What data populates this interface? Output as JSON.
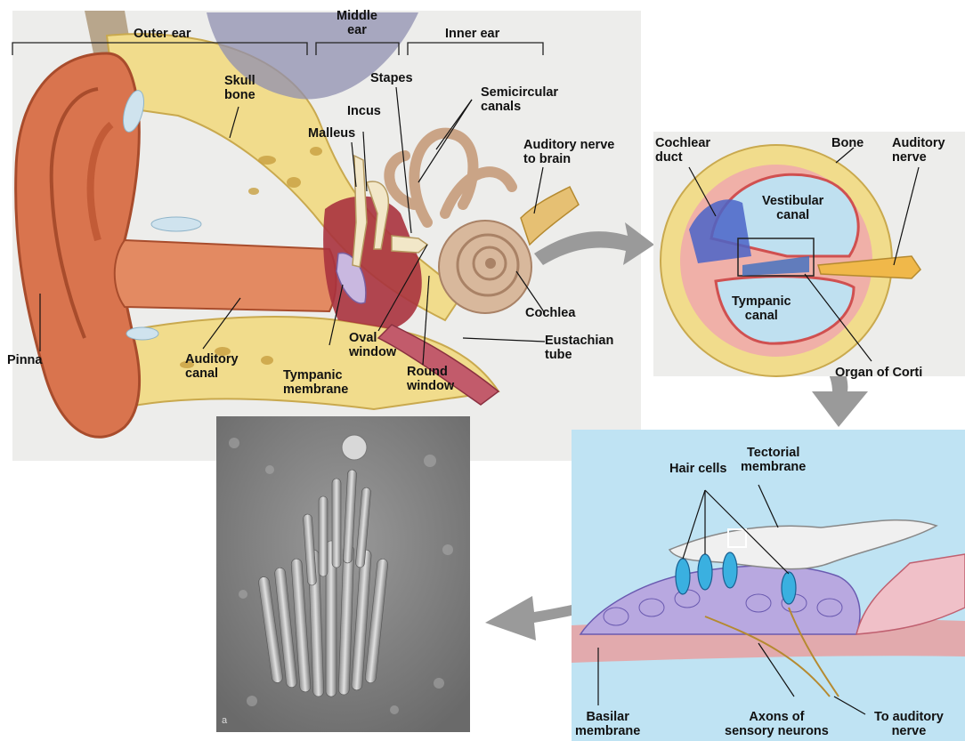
{
  "regions": {
    "outer_ear": "Outer ear",
    "middle_ear": "Middle\near",
    "inner_ear": "Inner ear"
  },
  "ear_labels": {
    "skull_bone": "Skull\nbone",
    "stapes": "Stapes",
    "semicircular_canals": "Semicircular\ncanals",
    "incus": "Incus",
    "malleus": "Malleus",
    "auditory_nerve_to_brain": "Auditory nerve\nto brain",
    "cochlea": "Cochlea",
    "eustachian_tube": "Eustachian\ntube",
    "pinna": "Pinna",
    "auditory_canal": "Auditory\ncanal",
    "oval_window": "Oval\nwindow",
    "round_window": "Round\nwindow",
    "tympanic_membrane": "Tympanic\nmembrane"
  },
  "cochlea_section_labels": {
    "cochlear_duct": "Cochlear\nduct",
    "bone": "Bone",
    "auditory_nerve": "Auditory\nnerve",
    "vestibular_canal": "Vestibular\ncanal",
    "tympanic_canal": "Tympanic\ncanal",
    "organ_of_corti": "Organ of Corti"
  },
  "corti_labels": {
    "tectorial_membrane": "Tectorial\nmembrane",
    "hair_cells": "Hair cells",
    "basilar_membrane": "Basilar\nmembrane",
    "axons": "Axons of\nsensory neurons",
    "to_auditory_nerve": "To auditory\nnerve"
  },
  "micrograph_label": "a",
  "colors": {
    "panel_bg": "#ededeb",
    "skin": "#d9744e",
    "bone": "#f1dc8c",
    "canal_blue": "#bfe0f0",
    "corti_bg": "#bfe3f3",
    "arrow": "#9a9a9a"
  }
}
